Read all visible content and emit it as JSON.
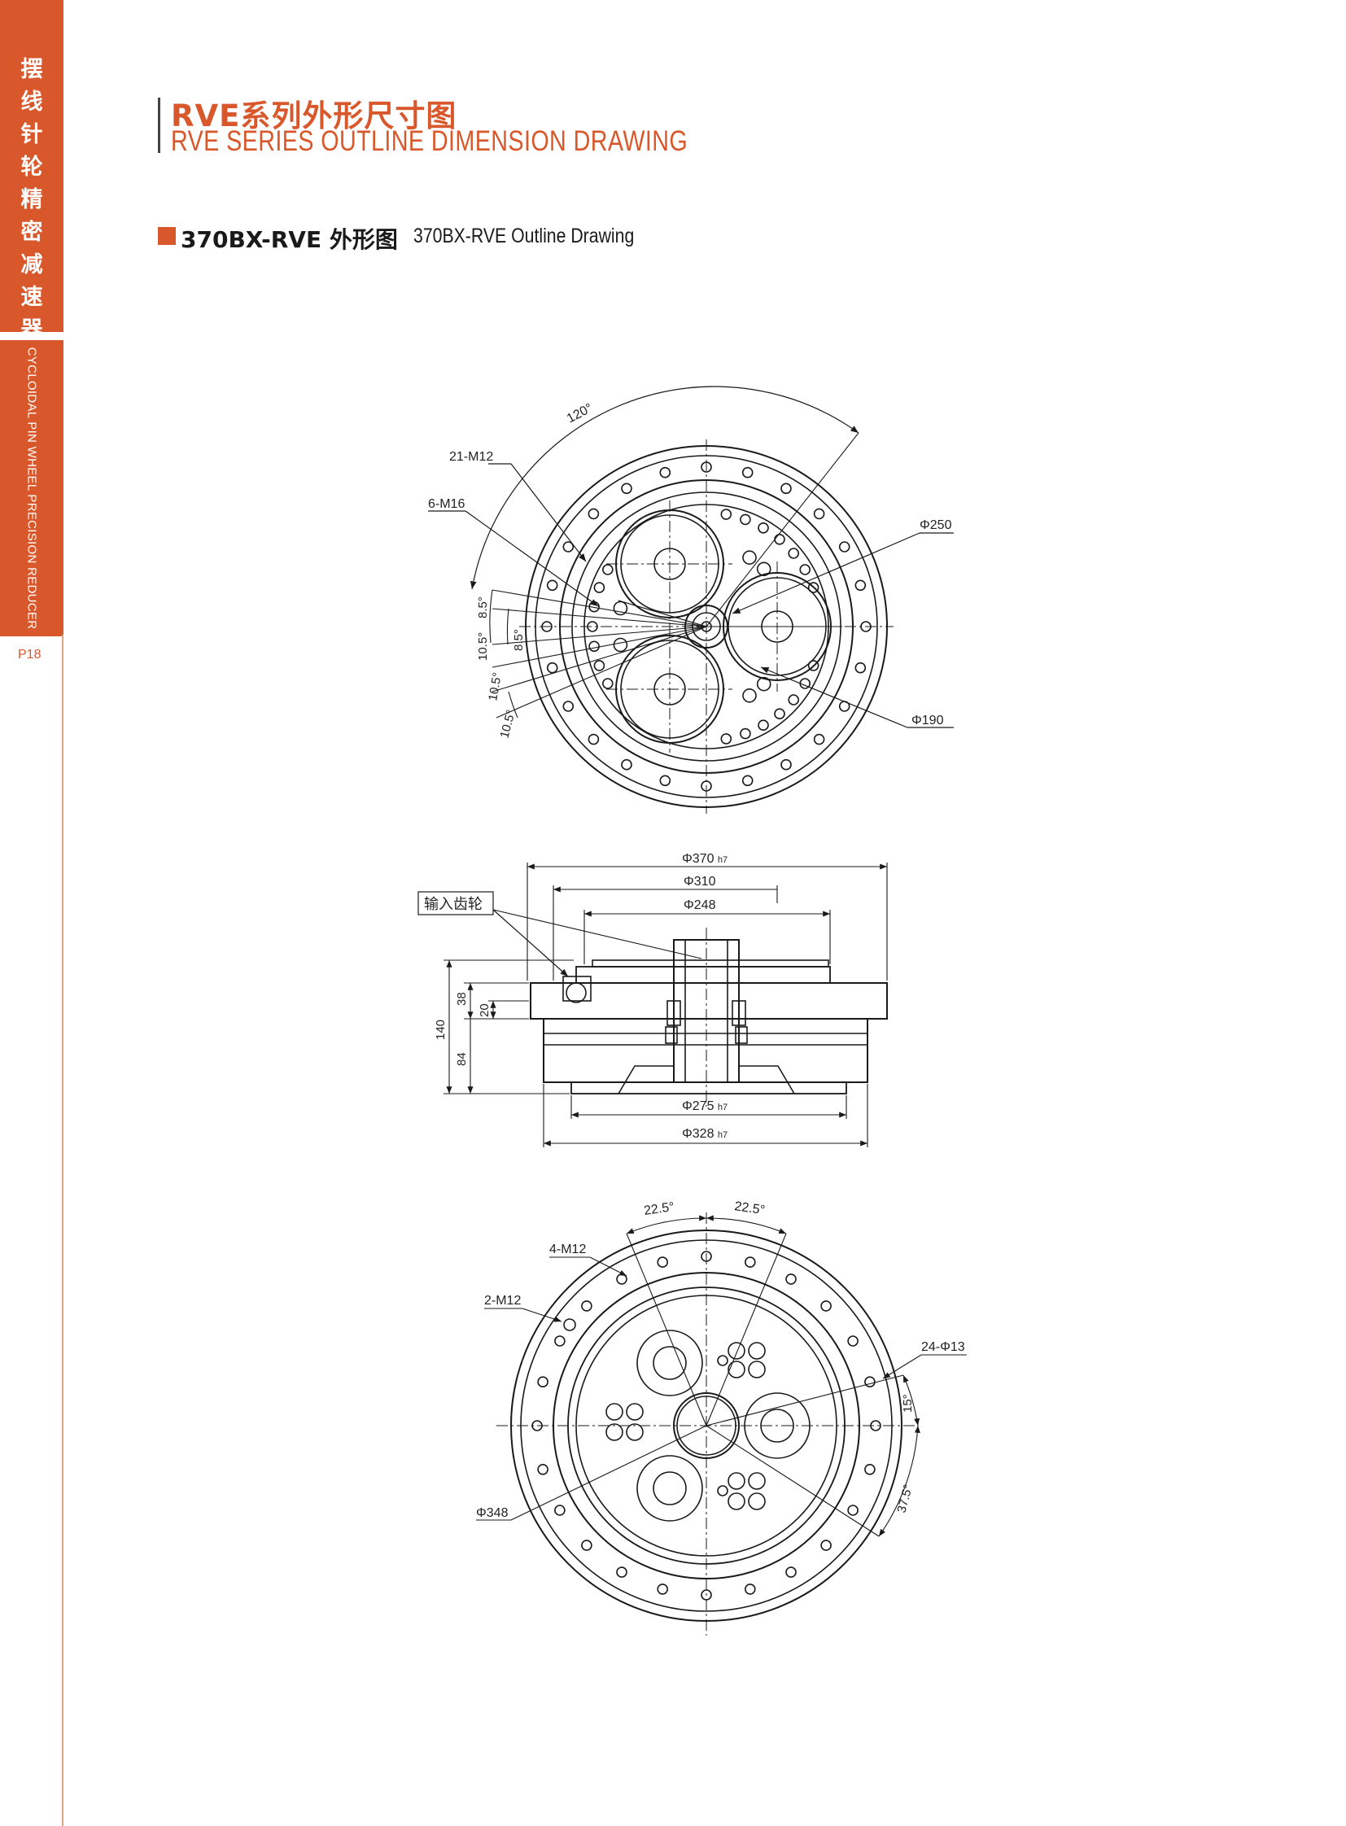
{
  "sidebar": {
    "cn_title": [
      "摆",
      "线",
      "针",
      "轮",
      "精",
      "密",
      "减",
      "速",
      "器"
    ],
    "en_title": "CYCLOIDAL PIN WHEEL PRECISION REDUCER",
    "page": "P18"
  },
  "header": {
    "title_cn": "RVE系列外形尺寸图",
    "title_en": "RVE SERIES OUTLINE DIMENSION DRAWING"
  },
  "section": {
    "model_cn": "370BX-RVE 外形图",
    "model_en": "370BX-RVE Outline Drawing"
  },
  "colors": {
    "accent": "#d9582b",
    "line": "#1a1a1a"
  },
  "drawing1": {
    "angle_top": "120°",
    "label_21m12": "21-M12",
    "label_6m16": "6-M16",
    "label_d250": "Φ250",
    "label_d190": "Φ190",
    "angle_a": "8.5°",
    "angle_b": "8.5°",
    "angle_c": "10.5°",
    "angle_d": "10.5°",
    "angle_e": "10.5°"
  },
  "drawing2": {
    "d370": "Φ370",
    "d370_tol": "h7",
    "d310": "Φ310",
    "d248": "Φ248",
    "input_gear": "输入齿轮",
    "h140": "140",
    "h38": "38",
    "h20": "20",
    "h84": "84",
    "d275": "Φ275",
    "d275_tol": "h7",
    "d328": "Φ328",
    "d328_tol": "h7"
  },
  "drawing3": {
    "angle_left": "22.5°",
    "angle_right": "22.5°",
    "label_4m12": "4-M12",
    "label_2m12": "2-M12",
    "label_24d13": "24-Φ13",
    "angle_15": "15°",
    "angle_375": "37.5°",
    "label_d348": "Φ348"
  }
}
